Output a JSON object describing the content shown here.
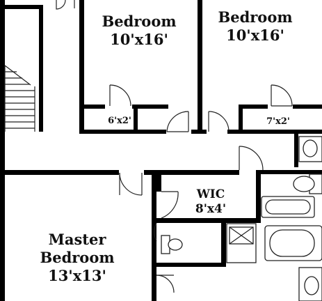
{
  "rooms": {
    "bedroom_left": {
      "name": "Bedroom",
      "size": "10'x16'"
    },
    "bedroom_right": {
      "name": "Bedroom",
      "size": "10'x16'"
    },
    "closet_left": {
      "size": "6'x2'"
    },
    "closet_right": {
      "size": "7'x2'"
    },
    "wic": {
      "name": "WIC",
      "size": "8'x4'"
    },
    "master": {
      "name": "Master",
      "name2": "Bedroom",
      "size": "13'x13'"
    }
  }
}
